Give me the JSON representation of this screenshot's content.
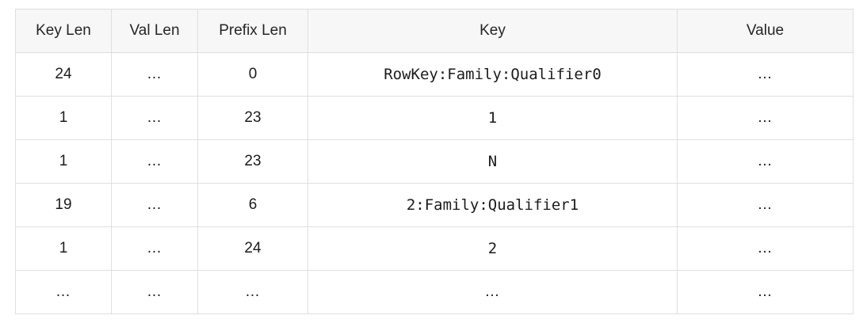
{
  "table": {
    "columns": [
      {
        "key": "key_len",
        "label": "Key Len"
      },
      {
        "key": "val_len",
        "label": "Val Len"
      },
      {
        "key": "prefix_len",
        "label": "Prefix Len"
      },
      {
        "key": "key",
        "label": "Key"
      },
      {
        "key": "value",
        "label": "Value"
      }
    ],
    "rows": [
      {
        "key_len": "24",
        "val_len": "…",
        "prefix_len": "0",
        "key": "RowKey:Family:Qualifier0",
        "value": "…"
      },
      {
        "key_len": "1",
        "val_len": "…",
        "prefix_len": "23",
        "key": "1",
        "value": "…"
      },
      {
        "key_len": "1",
        "val_len": "…",
        "prefix_len": "23",
        "key": "N",
        "value": "…"
      },
      {
        "key_len": "19",
        "val_len": "…",
        "prefix_len": "6",
        "key": "2:Family:Qualifier1",
        "value": "…"
      },
      {
        "key_len": "1",
        "val_len": "…",
        "prefix_len": "24",
        "key": "2",
        "value": "…"
      },
      {
        "key_len": "…",
        "val_len": "…",
        "prefix_len": "…",
        "key": "…",
        "value": "…"
      }
    ]
  },
  "colors": {
    "header_background": "#f7f7f7",
    "border": "#dcdcdc",
    "text": "#1c1c1c",
    "page_background": "#ffffff"
  }
}
